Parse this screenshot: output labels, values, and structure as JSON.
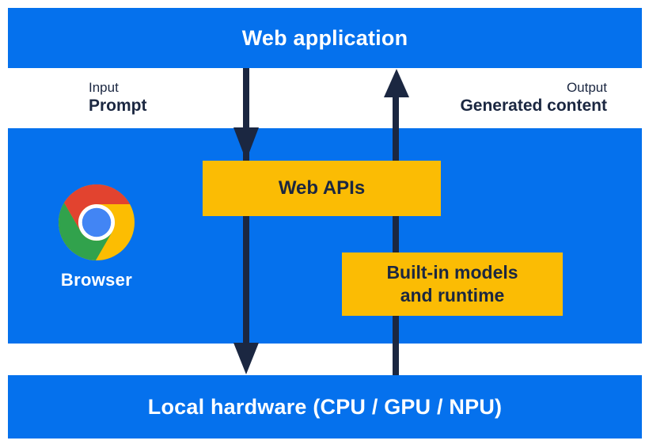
{
  "colors": {
    "blue": "#0571ED",
    "yellow": "#FBBC04",
    "navy": "#1B2741",
    "white": "#FFFFFF",
    "chrome_red": "#E2432F",
    "chrome_yellow": "#FCBD02",
    "chrome_green": "#31A24C",
    "chrome_blue": "#4285F4"
  },
  "top_bar": {
    "title": "Web application"
  },
  "flow_labels": {
    "input": {
      "caption": "Input",
      "value": "Prompt"
    },
    "output": {
      "caption": "Output",
      "value": "Generated content"
    }
  },
  "browser_panel": {
    "browser_label": "Browser",
    "logo_icon": "chrome-logo-icon",
    "web_apis_box": {
      "label": "Web APIs"
    },
    "builtin_box": {
      "lines": [
        "Built-in models",
        "and runtime"
      ]
    }
  },
  "bottom_bar": {
    "title": "Local hardware (CPU / GPU / NPU)"
  }
}
